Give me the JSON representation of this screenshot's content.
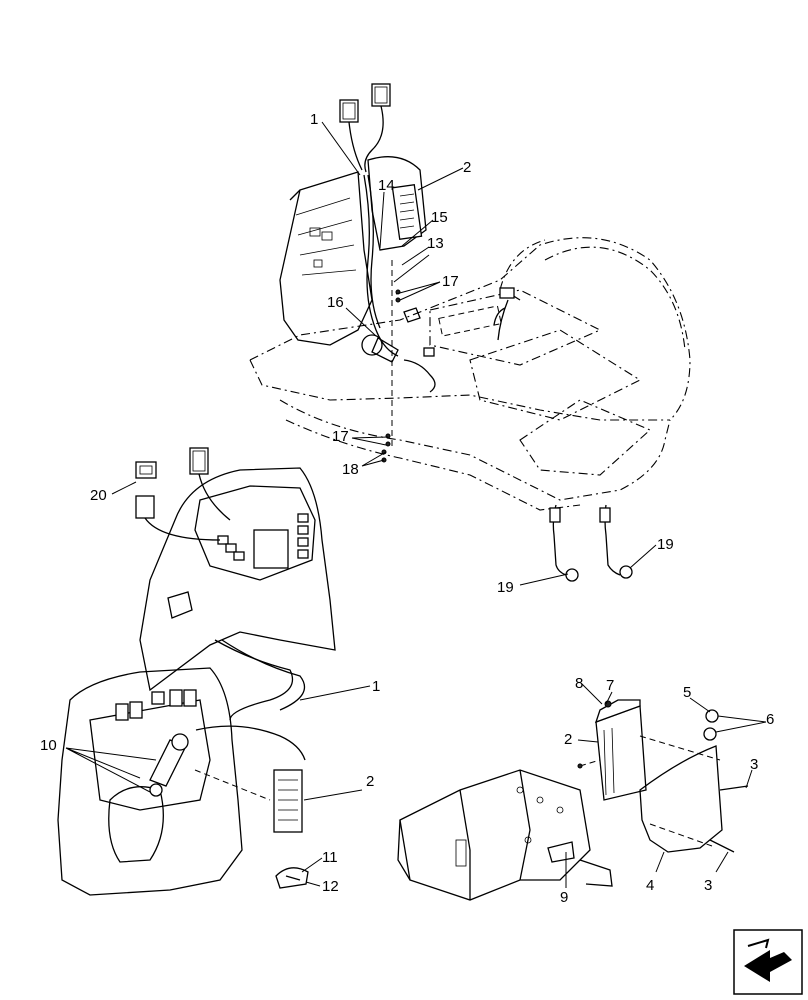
{
  "callouts": [
    {
      "id": "c1a",
      "text": "1"
    },
    {
      "id": "c2a",
      "text": "2"
    },
    {
      "id": "c14",
      "text": "14"
    },
    {
      "id": "c15",
      "text": "15"
    },
    {
      "id": "c13",
      "text": "13"
    },
    {
      "id": "c17a",
      "text": "17"
    },
    {
      "id": "c16",
      "text": "16"
    },
    {
      "id": "c17b",
      "text": "17"
    },
    {
      "id": "c18",
      "text": "18"
    },
    {
      "id": "c20",
      "text": "20"
    },
    {
      "id": "c19a",
      "text": "19"
    },
    {
      "id": "c19b",
      "text": "19"
    },
    {
      "id": "c1b",
      "text": "1"
    },
    {
      "id": "c10",
      "text": "10"
    },
    {
      "id": "c2b",
      "text": "2"
    },
    {
      "id": "c11",
      "text": "11"
    },
    {
      "id": "c12",
      "text": "12"
    },
    {
      "id": "c8",
      "text": "8"
    },
    {
      "id": "c7",
      "text": "7"
    },
    {
      "id": "c5",
      "text": "5"
    },
    {
      "id": "c6",
      "text": "6"
    },
    {
      "id": "c2c",
      "text": "2"
    },
    {
      "id": "c3a",
      "text": "3"
    },
    {
      "id": "c3b",
      "text": "3"
    },
    {
      "id": "c4",
      "text": "4"
    },
    {
      "id": "c9",
      "text": "9"
    }
  ],
  "nav": {
    "icon": "next-page-arrow-icon"
  }
}
